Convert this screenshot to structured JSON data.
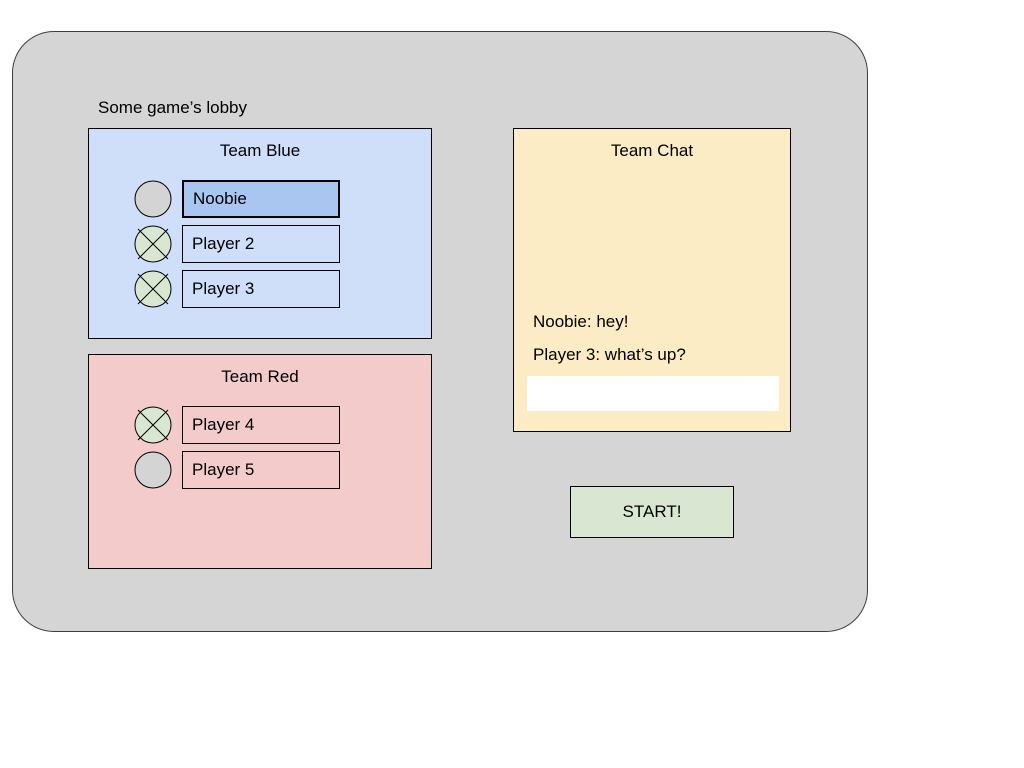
{
  "lobby": {
    "title": "Some game’s lobby"
  },
  "teams": [
    {
      "key": "blue",
      "title": "Team Blue",
      "players": [
        {
          "name": "Noobie",
          "avatar_icon": "circle-empty-avatar-icon",
          "ready": false,
          "highlighted": true
        },
        {
          "name": "Player 2",
          "avatar_icon": "circle-cross-avatar-icon",
          "ready": true,
          "highlighted": false
        },
        {
          "name": "Player 3",
          "avatar_icon": "circle-cross-avatar-icon",
          "ready": true,
          "highlighted": false
        }
      ]
    },
    {
      "key": "red",
      "title": "Team Red",
      "players": [
        {
          "name": "Player 4",
          "avatar_icon": "circle-cross-avatar-icon",
          "ready": true,
          "highlighted": false
        },
        {
          "name": "Player 5",
          "avatar_icon": "circle-empty-avatar-icon",
          "ready": false,
          "highlighted": false
        }
      ]
    }
  ],
  "chat": {
    "title": "Team Chat",
    "messages": [
      "Noobie: hey!",
      "Player 3: what’s up?"
    ],
    "input_value": "",
    "input_placeholder": ""
  },
  "actions": {
    "start_label": "START!"
  },
  "colors": {
    "window_background": "#d5d5d5",
    "window_border": "#3d3d3d",
    "team_blue_background": "#cfdffa",
    "team_blue_highlight": "#a9c6f0",
    "team_red_background": "#f3cbcb",
    "chat_background": "#fcecc6",
    "chat_input_background": "#ffffff",
    "start_button_background": "#d9e7d2",
    "avatar_ready_fill": "#d9e7d2",
    "avatar_empty_fill": "#d4d4d4",
    "outline": "#000000"
  }
}
